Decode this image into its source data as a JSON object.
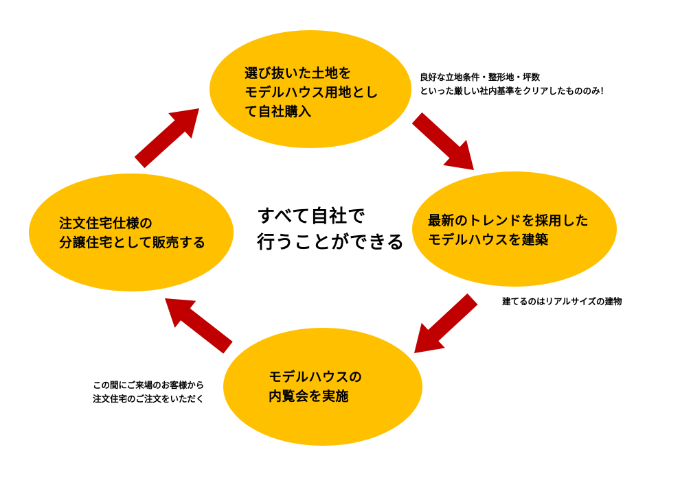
{
  "center_label": "すべて自社で\n行うことができる",
  "nodes": {
    "top": "選び抜いた土地を\nモデルハウス用地とし\nて自社購入",
    "right": "最新のトレンドを採用した\nモデルハウスを建築",
    "bottom": "モデルハウスの\n内覧会を実施",
    "left": "注文住宅仕様の\n分譲住宅として販売する"
  },
  "notes": {
    "top_right": "良好な立地条件・整形地・坪数\nといった厳しい社内基準をクリアしたもののみ！",
    "right": "建てるのはリアルサイズの建物",
    "bottom_left": "この間にご来場のお客様から\n注文住宅のご注文をいただく"
  },
  "colors": {
    "node_fill": "#ffc000",
    "arrow_fill": "#c00000"
  }
}
